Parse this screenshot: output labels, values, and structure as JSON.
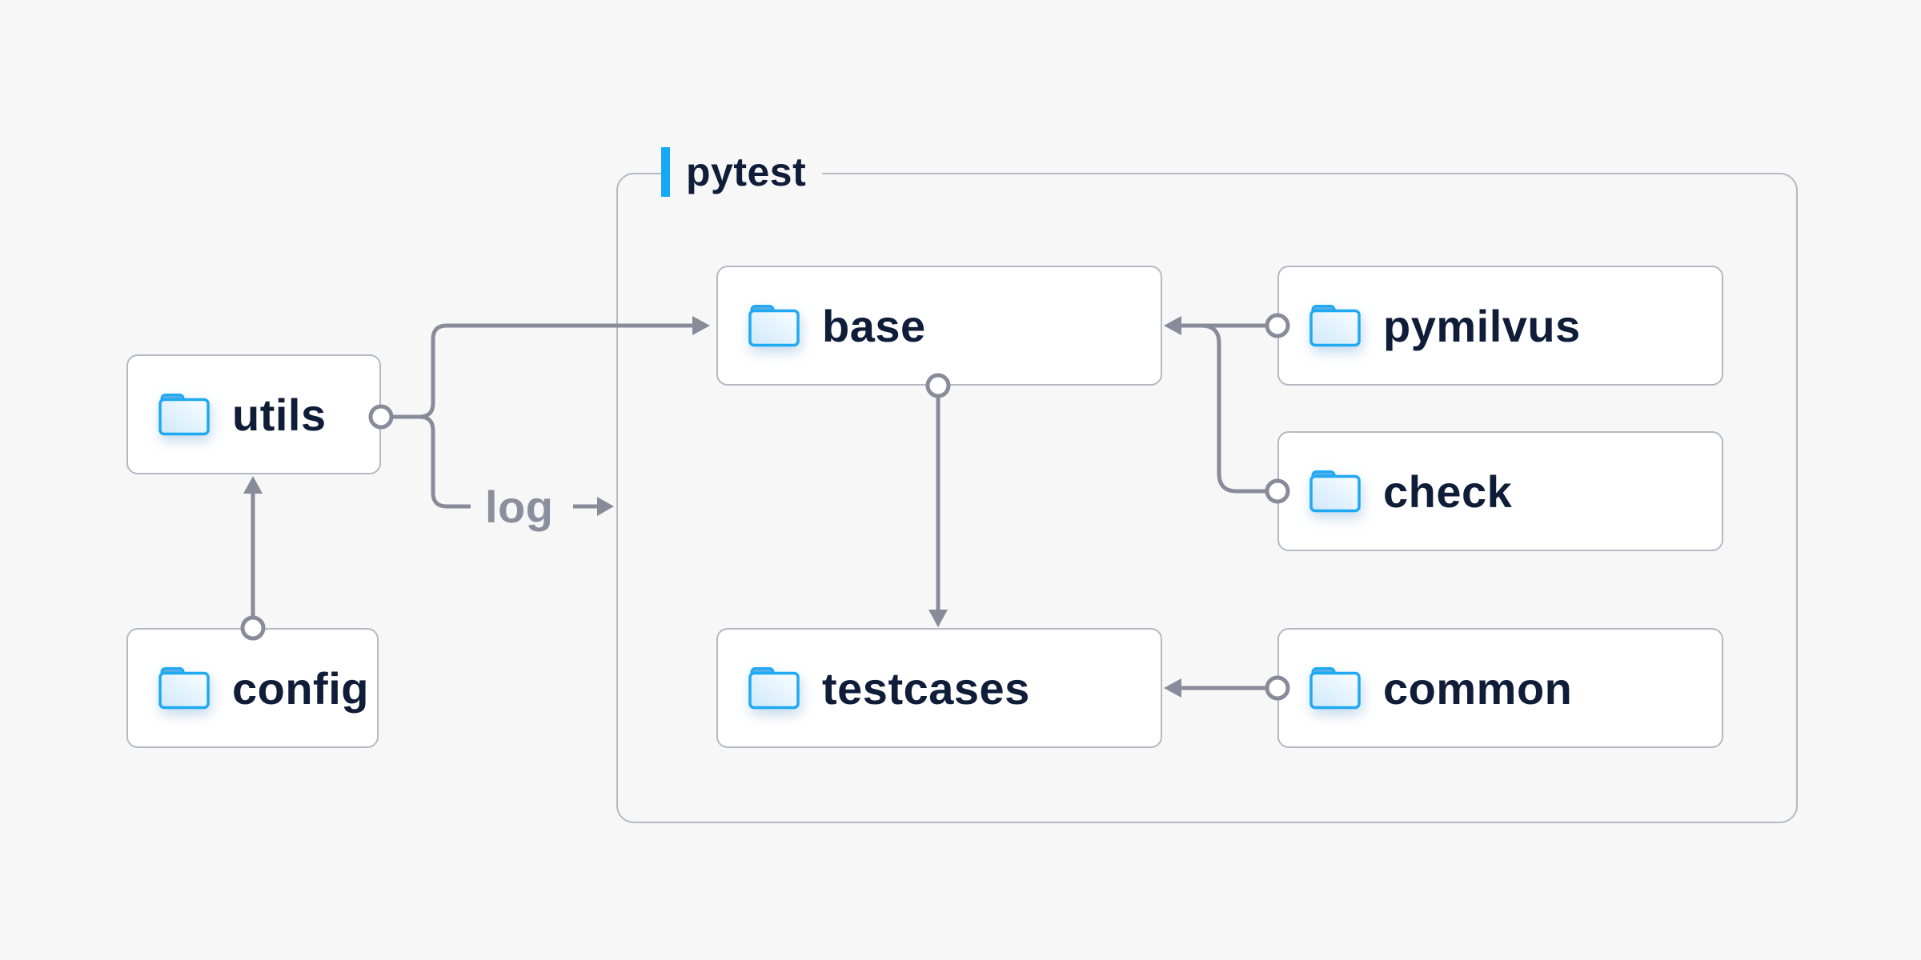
{
  "diagram": {
    "container": {
      "label": "pytest"
    },
    "nodes": {
      "utils": {
        "label": "utils"
      },
      "config": {
        "label": "config"
      },
      "base": {
        "label": "base"
      },
      "pymilvus": {
        "label": "pymilvus"
      },
      "check": {
        "label": "check"
      },
      "testcases": {
        "label": "testcases"
      },
      "common": {
        "label": "common"
      }
    },
    "edge_labels": {
      "log": "log"
    },
    "edges": [
      {
        "from": "utils",
        "to": "base",
        "type": "arrow"
      },
      {
        "from": "utils",
        "to": "pytest",
        "type": "arrow",
        "label": "log"
      },
      {
        "from": "config",
        "to": "utils",
        "type": "arrow"
      },
      {
        "from": "base",
        "to": "testcases",
        "type": "arrow"
      },
      {
        "from": "pymilvus",
        "to": "base",
        "type": "arrow"
      },
      {
        "from": "check",
        "to": "base",
        "type": "arrow"
      },
      {
        "from": "common",
        "to": "testcases",
        "type": "arrow"
      }
    ],
    "colors": {
      "background": "#f7f7f8",
      "node_fill": "#ffffff",
      "node_border": "#b6b8c4",
      "wire_gray": "#888b99",
      "text_navy": "#101d38",
      "muted_text": "#8b8e9c",
      "accent_blue": "#14a9f4",
      "folder_border_blue": "#1ea9f2",
      "folder_tab_blue": "#55aee5"
    }
  }
}
